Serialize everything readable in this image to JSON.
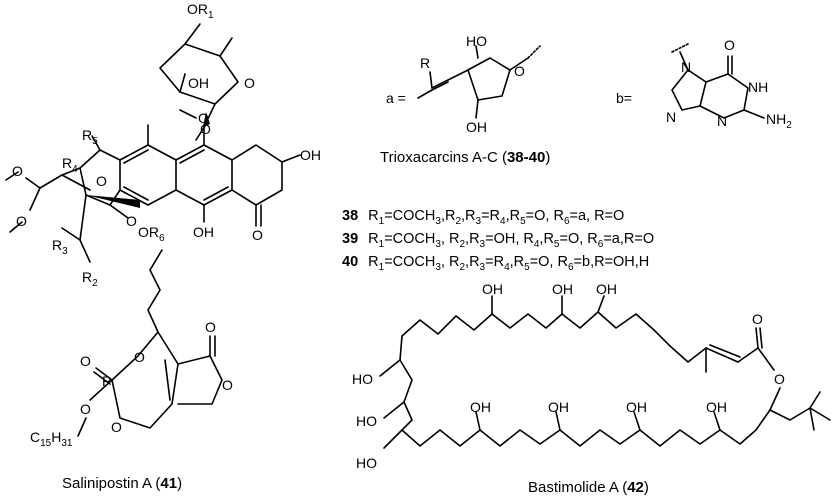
{
  "trioxacarcins": {
    "caption_prefix": "Trioxacarcins A-C (",
    "caption_range": "38-40",
    "caption_suffix": ")",
    "sub_a_label": "a =",
    "sub_b_label": "b=",
    "legend": [
      {
        "number": "38",
        "text_1": "R",
        "text_2": "=COCH",
        "text_3": ",R",
        "text_4": ",R",
        "text_5": "=R",
        "text_6": ",R",
        "text_7": "=O, R",
        "text_8": "=a, R=O"
      },
      {
        "number": "39",
        "text_1": "R",
        "text_2": "=COCH",
        "text_3": ", R",
        "text_4": ",R",
        "text_5": "=OH, R",
        "text_6": ",R",
        "text_7": "=O, R",
        "text_8": "=a,R=O"
      },
      {
        "number": "40",
        "text_1": "R",
        "text_2": "=COCH",
        "text_3": ", R",
        "text_4": ",R",
        "text_5": "=R",
        "text_6": ",R",
        "text_7": "=O, R",
        "text_8": "=b,R=OH,H"
      }
    ]
  },
  "salinipostin": {
    "caption_prefix": "Salinipostin A (",
    "caption_number": "41",
    "caption_suffix": ")"
  },
  "bastimolide": {
    "caption_prefix": "Bastimolide A (",
    "caption_number": "42",
    "caption_suffix": ")"
  },
  "atoms": {
    "oh": "OH",
    "ho": "HO",
    "o": "O",
    "p": "P",
    "n": "N",
    "nh": "NH",
    "nh2": "NH",
    "two": "2",
    "r": "R",
    "r1": "1",
    "r2": "2",
    "r3": "3",
    "r4": "4",
    "r5": "5",
    "r6": "6",
    "c15": "C",
    "c15n": "15",
    "h31": "H",
    "h31n": "31"
  }
}
